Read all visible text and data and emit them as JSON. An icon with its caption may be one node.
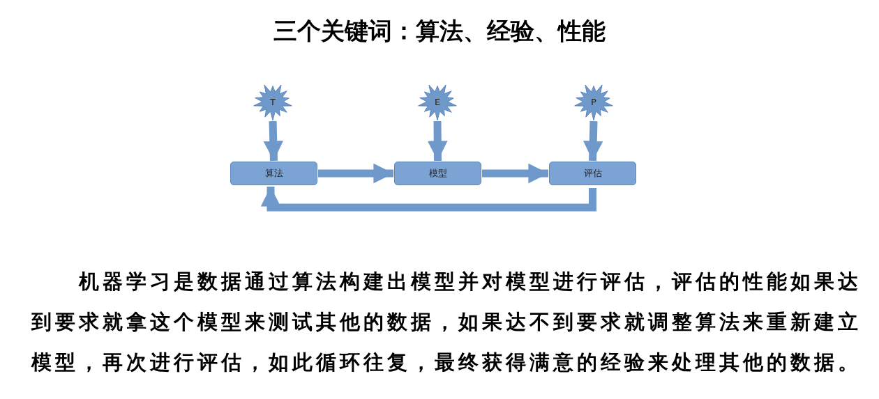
{
  "diagram": {
    "title": "三个关键词：算法、经验、性能",
    "nodes": [
      {
        "text": [
          "T"
        ]
      },
      {
        "text": [
          "E"
        ]
      },
      {
        "text": [
          "P"
        ]
      },
      {
        "text": [
          "算法"
        ]
      },
      {
        "text": [
          "模型"
        ]
      },
      {
        "text": [
          "评估"
        ]
      }
    ],
    "edges": [
      {
        "from": 0,
        "to": 3,
        "arrow": "to"
      },
      {
        "from": 1,
        "to": 4,
        "arrow": "to"
      },
      {
        "from": 2,
        "to": 5,
        "arrow": "to"
      },
      {
        "from": 3,
        "to": 4,
        "arrow": "to"
      },
      {
        "from": 4,
        "to": 5,
        "arrow": "to"
      },
      {
        "from": 5,
        "to": 3,
        "arrow": "to"
      }
    ],
    "labels": [
      "机器学习是数据通过算法构建出模型并对模型进行评估，评估的性能如果达到要求就拿这个模型来测试其他的数据，如果达不到要求就调整算法来重新建立模型，再次进行评估，如此循环往复，最终获得满意的经验来处理其他的数据。"
    ]
  }
}
